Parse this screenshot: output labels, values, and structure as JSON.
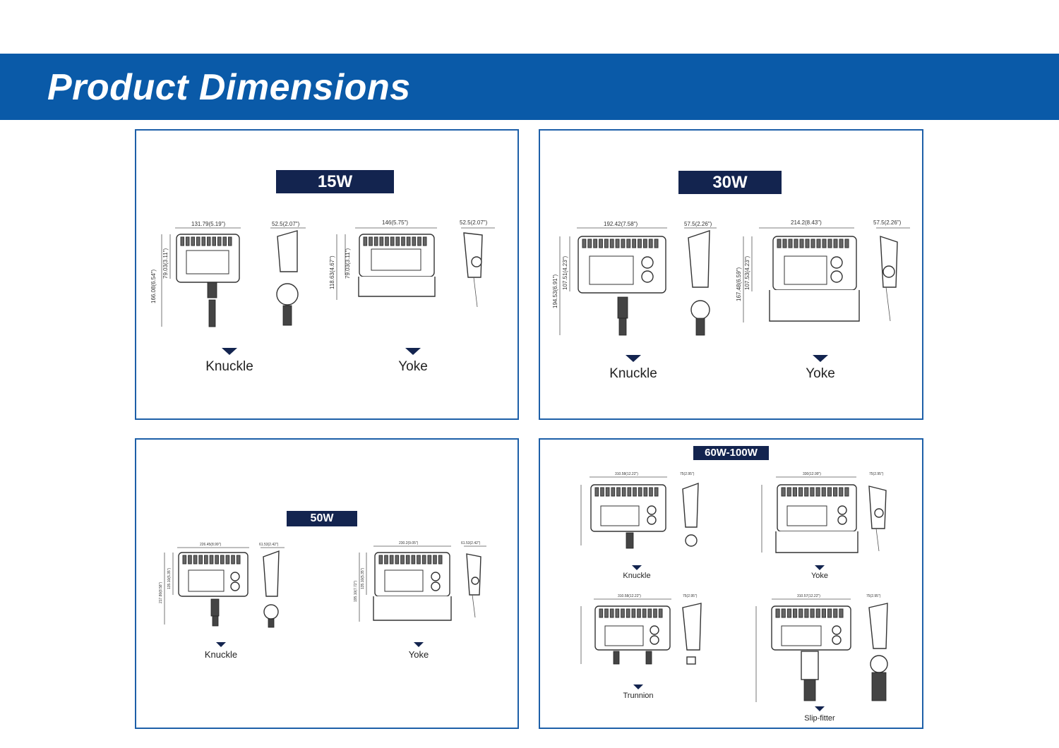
{
  "page": {
    "title": "Product Dimensions"
  },
  "panels": [
    {
      "wattage": "15W",
      "dims": [
        "131.79(5.19\")",
        "52.5(2.07\")",
        "146(5.75\")",
        "52.5(2.07\")",
        "166.08(6.54\")",
        "79.03(3.11\")",
        "118.63(4.67\")",
        "79.03(3.11\")"
      ],
      "mounts": [
        "Knuckle",
        "Yoke"
      ]
    },
    {
      "wattage": "30W",
      "dims": [
        "192.42(7.58\")",
        "57.5(2.26\")",
        "214.2(8.43\")",
        "57.5(2.26\")",
        "194.53(6.91\")",
        "107.51(4.23\")",
        "167.48(6.59\")",
        "107.53(4.23\")"
      ],
      "mounts": [
        "Knuckle",
        "Yoke"
      ]
    },
    {
      "wattage": "50W",
      "dims": [
        "226.45(8.99\")",
        "61.53(2.42\")",
        "230.2(9.05\")",
        "61.53(2.42\")",
        "217.80(8.58\")",
        "135.10(5.35\")",
        "195.10(7.72\")",
        "135.10(5.35\")"
      ],
      "mounts": [
        "Knuckle",
        "Yoke"
      ]
    },
    {
      "wattage": "60W-100W",
      "dims": [
        "310.58(12.22\")",
        "75(2.95\")",
        "330(12.99\")",
        "75(2.95\")",
        "310.58(12.22\")",
        "75(2.95\")",
        "310.57(12.22\")",
        "75(2.95\")"
      ],
      "mounts": [
        "Knuckle",
        "Yoke",
        "Trunnion",
        "Slip-fitter"
      ]
    }
  ]
}
